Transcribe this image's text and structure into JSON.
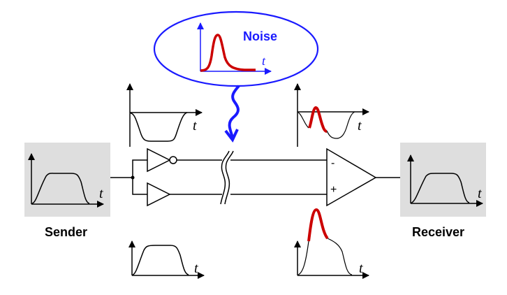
{
  "labels": {
    "sender": "Sender",
    "receiver": "Receiver",
    "noise": "Noise",
    "time_axis": "t",
    "minus": "-",
    "plus": "+"
  },
  "colors": {
    "noise_accent": "#1a1aff",
    "noise_pulse": "#cc0000",
    "wire": "#000000",
    "box_fill": "#dedede"
  }
}
